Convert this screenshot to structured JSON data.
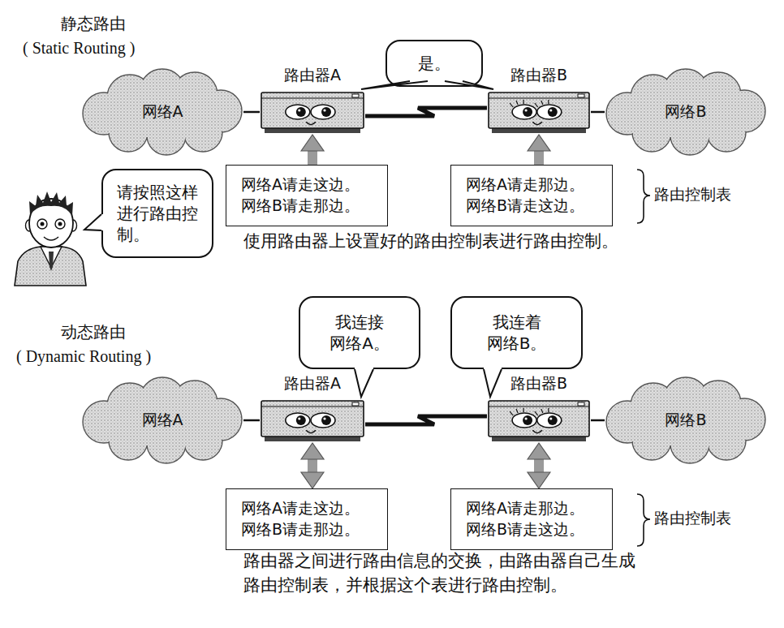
{
  "diagram": {
    "nodes": [
      {
        "text": [
          "网络A"
        ]
      },
      {
        "text": [
          "路由器A"
        ]
      },
      {
        "text": [
          "是。"
        ]
      },
      {
        "text": [
          "路由器B"
        ]
      },
      {
        "text": [
          "网络B"
        ]
      },
      {
        "text": [
          "网络A请走这边。 网络B请走那边。"
        ]
      },
      {
        "text": [
          "网络A请走那边。 网络B请走这边。"
        ]
      },
      {
        "text": [
          "请按照这样进行路由控制。"
        ]
      },
      {
        "text": [
          "网络A"
        ]
      },
      {
        "text": [
          "我连接 网络A。"
        ]
      },
      {
        "text": [
          "我连着 网络B。"
        ]
      },
      {
        "text": [
          "路由器A"
        ]
      },
      {
        "text": [
          "路由器B"
        ]
      },
      {
        "text": [
          "网络B"
        ]
      },
      {
        "text": [
          "网络A请走这边。 网络B请走那边。"
        ]
      },
      {
        "text": [
          "网络A请走那边。 网络B请走这边。"
        ]
      }
    ],
    "edges": [
      {
        "from": 0,
        "to": 1,
        "arrow": "none"
      },
      {
        "from": 1,
        "to": 3,
        "arrow": "none"
      },
      {
        "from": 3,
        "to": 4,
        "arrow": "none"
      },
      {
        "from": 5,
        "to": 1,
        "arrow": "to"
      },
      {
        "from": 6,
        "to": 3,
        "arrow": "to"
      },
      {
        "from": 8,
        "to": 11,
        "arrow": "none"
      },
      {
        "from": 11,
        "to": 12,
        "arrow": "none"
      },
      {
        "from": 12,
        "to": 13,
        "arrow": "none"
      },
      {
        "from": 14,
        "to": 11,
        "arrow": "both"
      },
      {
        "from": 15,
        "to": 12,
        "arrow": "both"
      }
    ],
    "labels": [
      "静态路由",
      "( Static Routing )",
      "路由控制表",
      "使用路由器上设置好的路由控制表进行路由控制。",
      "动态路由",
      "( Dynamic Routing )",
      "路由控制表",
      "路由器之间进行路由信息的交换，由路由器自己生成 路由控制表，并根据这个表进行路由控制。"
    ]
  }
}
